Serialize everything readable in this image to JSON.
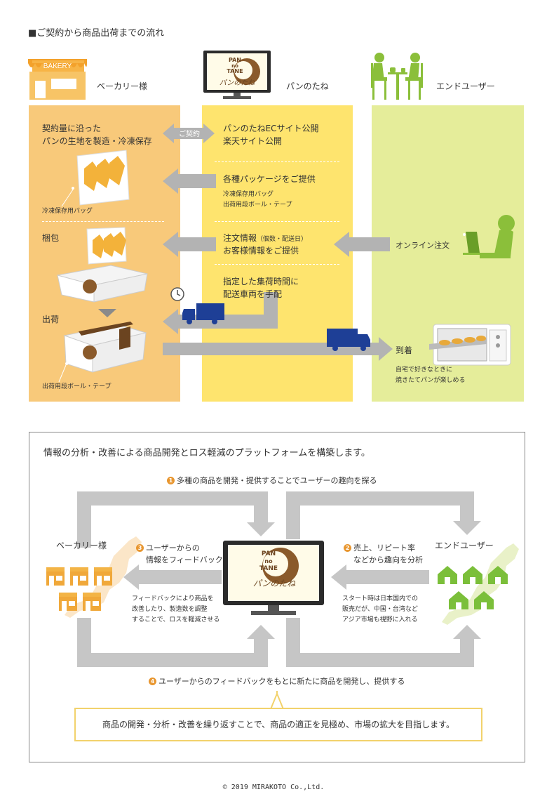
{
  "heading": "■ご契約から商品出荷までの流れ",
  "bakery_sign": "BAKERY",
  "columns": {
    "bakery": "ベーカリー様",
    "pannotane": "パンのたね",
    "enduser": "エンドユーザー"
  },
  "logo": {
    "line1": "PAN",
    "line2": "no",
    "line3": "TANE",
    "script": "パンのたね"
  },
  "flow": {
    "bakery_task": [
      "契約量に沿った",
      "パンの生地を製造・冷凍保存"
    ],
    "contract": "ご契約",
    "ec_publish": [
      "パンのたねECサイト公開",
      "楽天サイト公開"
    ],
    "freezer_bag": "冷凍保存用バッグ",
    "packages_title": "各種パッケージをご提供",
    "packages_detail": [
      "冷凍保存用バッグ",
      "出荷用段ボール・テープ"
    ],
    "packing": "梱包",
    "order_info_main": "注文情報",
    "order_info_sub": "（個数・配送日）",
    "customer_info": "お客様情報をご提供",
    "online_order": "オンライン注文",
    "pickup": [
      "指定した集荷時間に",
      "配送車両を手配"
    ],
    "shipping": "出荷",
    "shipping_box": "出荷用段ボール・テープ",
    "arrival": "到着",
    "arrival_detail": [
      "自宅で好きなときに",
      "焼きたてパンが楽しめる"
    ]
  },
  "platform": {
    "title": "情報の分析・改善による商品開発とロス軽減のプラットフォームを構築します。",
    "step1_num": "1",
    "step1": "多種の商品を開発・提供することでユーザーの趣向を探る",
    "bakery_label": "ベーカリー様",
    "enduser_label": "エンドユーザー",
    "step3_num": "3",
    "step3": [
      "ユーザーからの",
      "情報をフィードバック"
    ],
    "step2_num": "2",
    "step2": [
      "売上、リピート率",
      "などから趣向を分析"
    ],
    "feedback_note": [
      "フィードバックにより商品を",
      "改善したり、製造数を調整",
      "することで、ロスを軽減させる"
    ],
    "start_note": [
      "スタート時は日本国内での",
      "販売だが、中国・台湾など",
      "アジア市場も視野に入れる"
    ],
    "step4_num": "4",
    "step4": "ユーザーからのフィードバックをもとに新たに商品を開発し、提供する",
    "conclusion": "商品の開発・分析・改善を繰り返すことで、商品の適正を見極め、市場の拡大を目指します。"
  },
  "copyright": "© 2019 MIRAKOTO Co.,Ltd.",
  "colors": {
    "bakery_col": "#f8c97a",
    "pannotane_col": "#fee46e",
    "enduser_col": "#e5ed9a",
    "arrow_gray": "#b3b3b3",
    "truck_blue": "#1e3f96",
    "orange": "#e8962f",
    "green": "#7bbf3a"
  }
}
